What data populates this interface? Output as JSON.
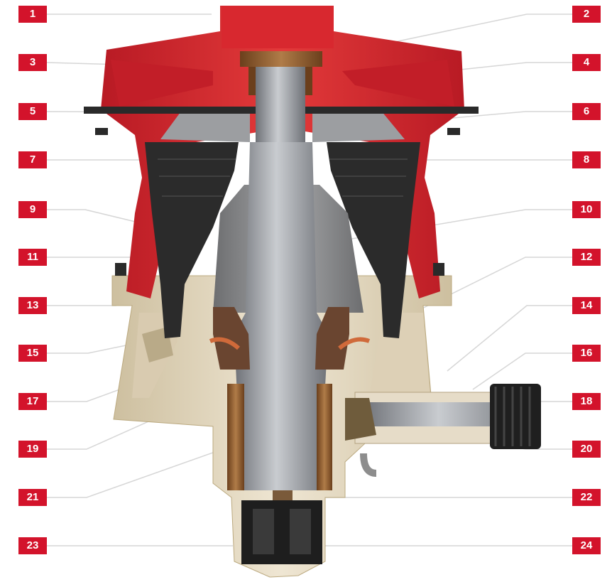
{
  "labels": {
    "l1": "1",
    "l2": "2",
    "l3": "3",
    "l4": "4",
    "l5": "5",
    "l6": "6",
    "l7": "7",
    "l8": "8",
    "l9": "9",
    "l10": "10",
    "l11": "11",
    "l12": "12",
    "l13": "13",
    "l14": "14",
    "l15": "15",
    "l16": "16",
    "l17": "17",
    "l18": "18",
    "l19": "19",
    "l20": "20",
    "l21": "21",
    "l22": "22",
    "l23": "23",
    "l24": "24"
  },
  "colors": {
    "badge": "#d3132b",
    "frame_red": "#c8202a",
    "base_cream": "#e8dcc6",
    "liner_dark": "#2b2b2b",
    "steel": "#8d9095",
    "bronze": "#8a5a2b"
  }
}
